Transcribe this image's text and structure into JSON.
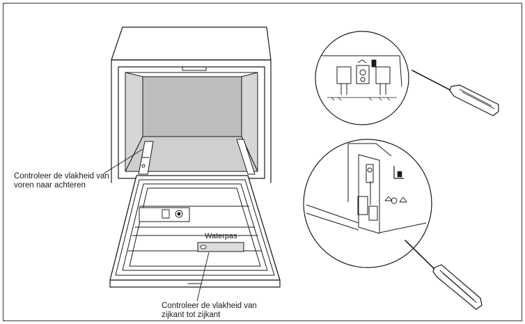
{
  "labels": {
    "front_to_back": [
      "Controleer de vlakheid van",
      "voren naar achteren"
    ],
    "spirit_level": "Waterpas",
    "side_to_side": [
      "Controleer de vlakheid van",
      "zijkant tot zijkant"
    ]
  },
  "icons": [
    "screwdriver-icon",
    "screwdriver-icon",
    "spirit-level-icon"
  ],
  "colors": {
    "outline": "#1a1a1a",
    "tub_interior": "#c9c9c9",
    "tub_back": "#bdbdbd",
    "paper": "#ffffff"
  }
}
